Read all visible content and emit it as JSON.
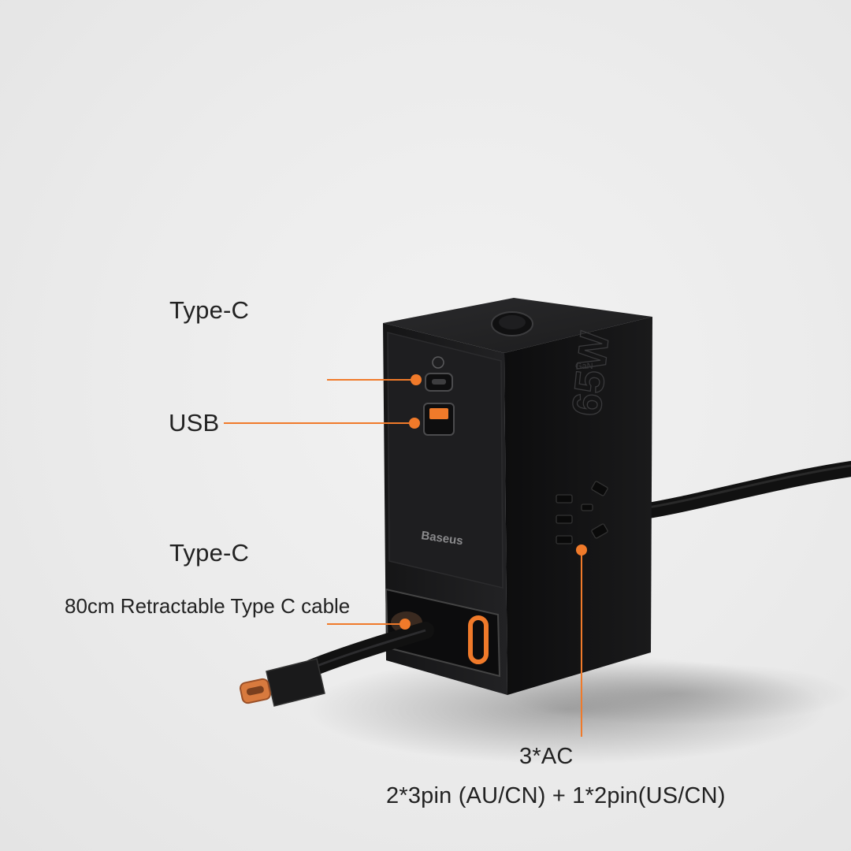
{
  "callouts": {
    "type_c_top": "Type-C",
    "usb": "USB",
    "type_c_bottom": "Type-C",
    "retractable_cable": "80cm Retractable Type C cable",
    "ac_count": "3*AC",
    "ac_spec": "2*3pin (AU/CN) + 1*2pin(US/CN)"
  },
  "device": {
    "brand": "Baseus",
    "power_badge": "65W",
    "gan_badge": "GaN"
  },
  "colors": {
    "background": "#ececec",
    "device_body": "#1b1b1c",
    "accent_orange": "#f07a2a",
    "label_text": "#222222"
  }
}
